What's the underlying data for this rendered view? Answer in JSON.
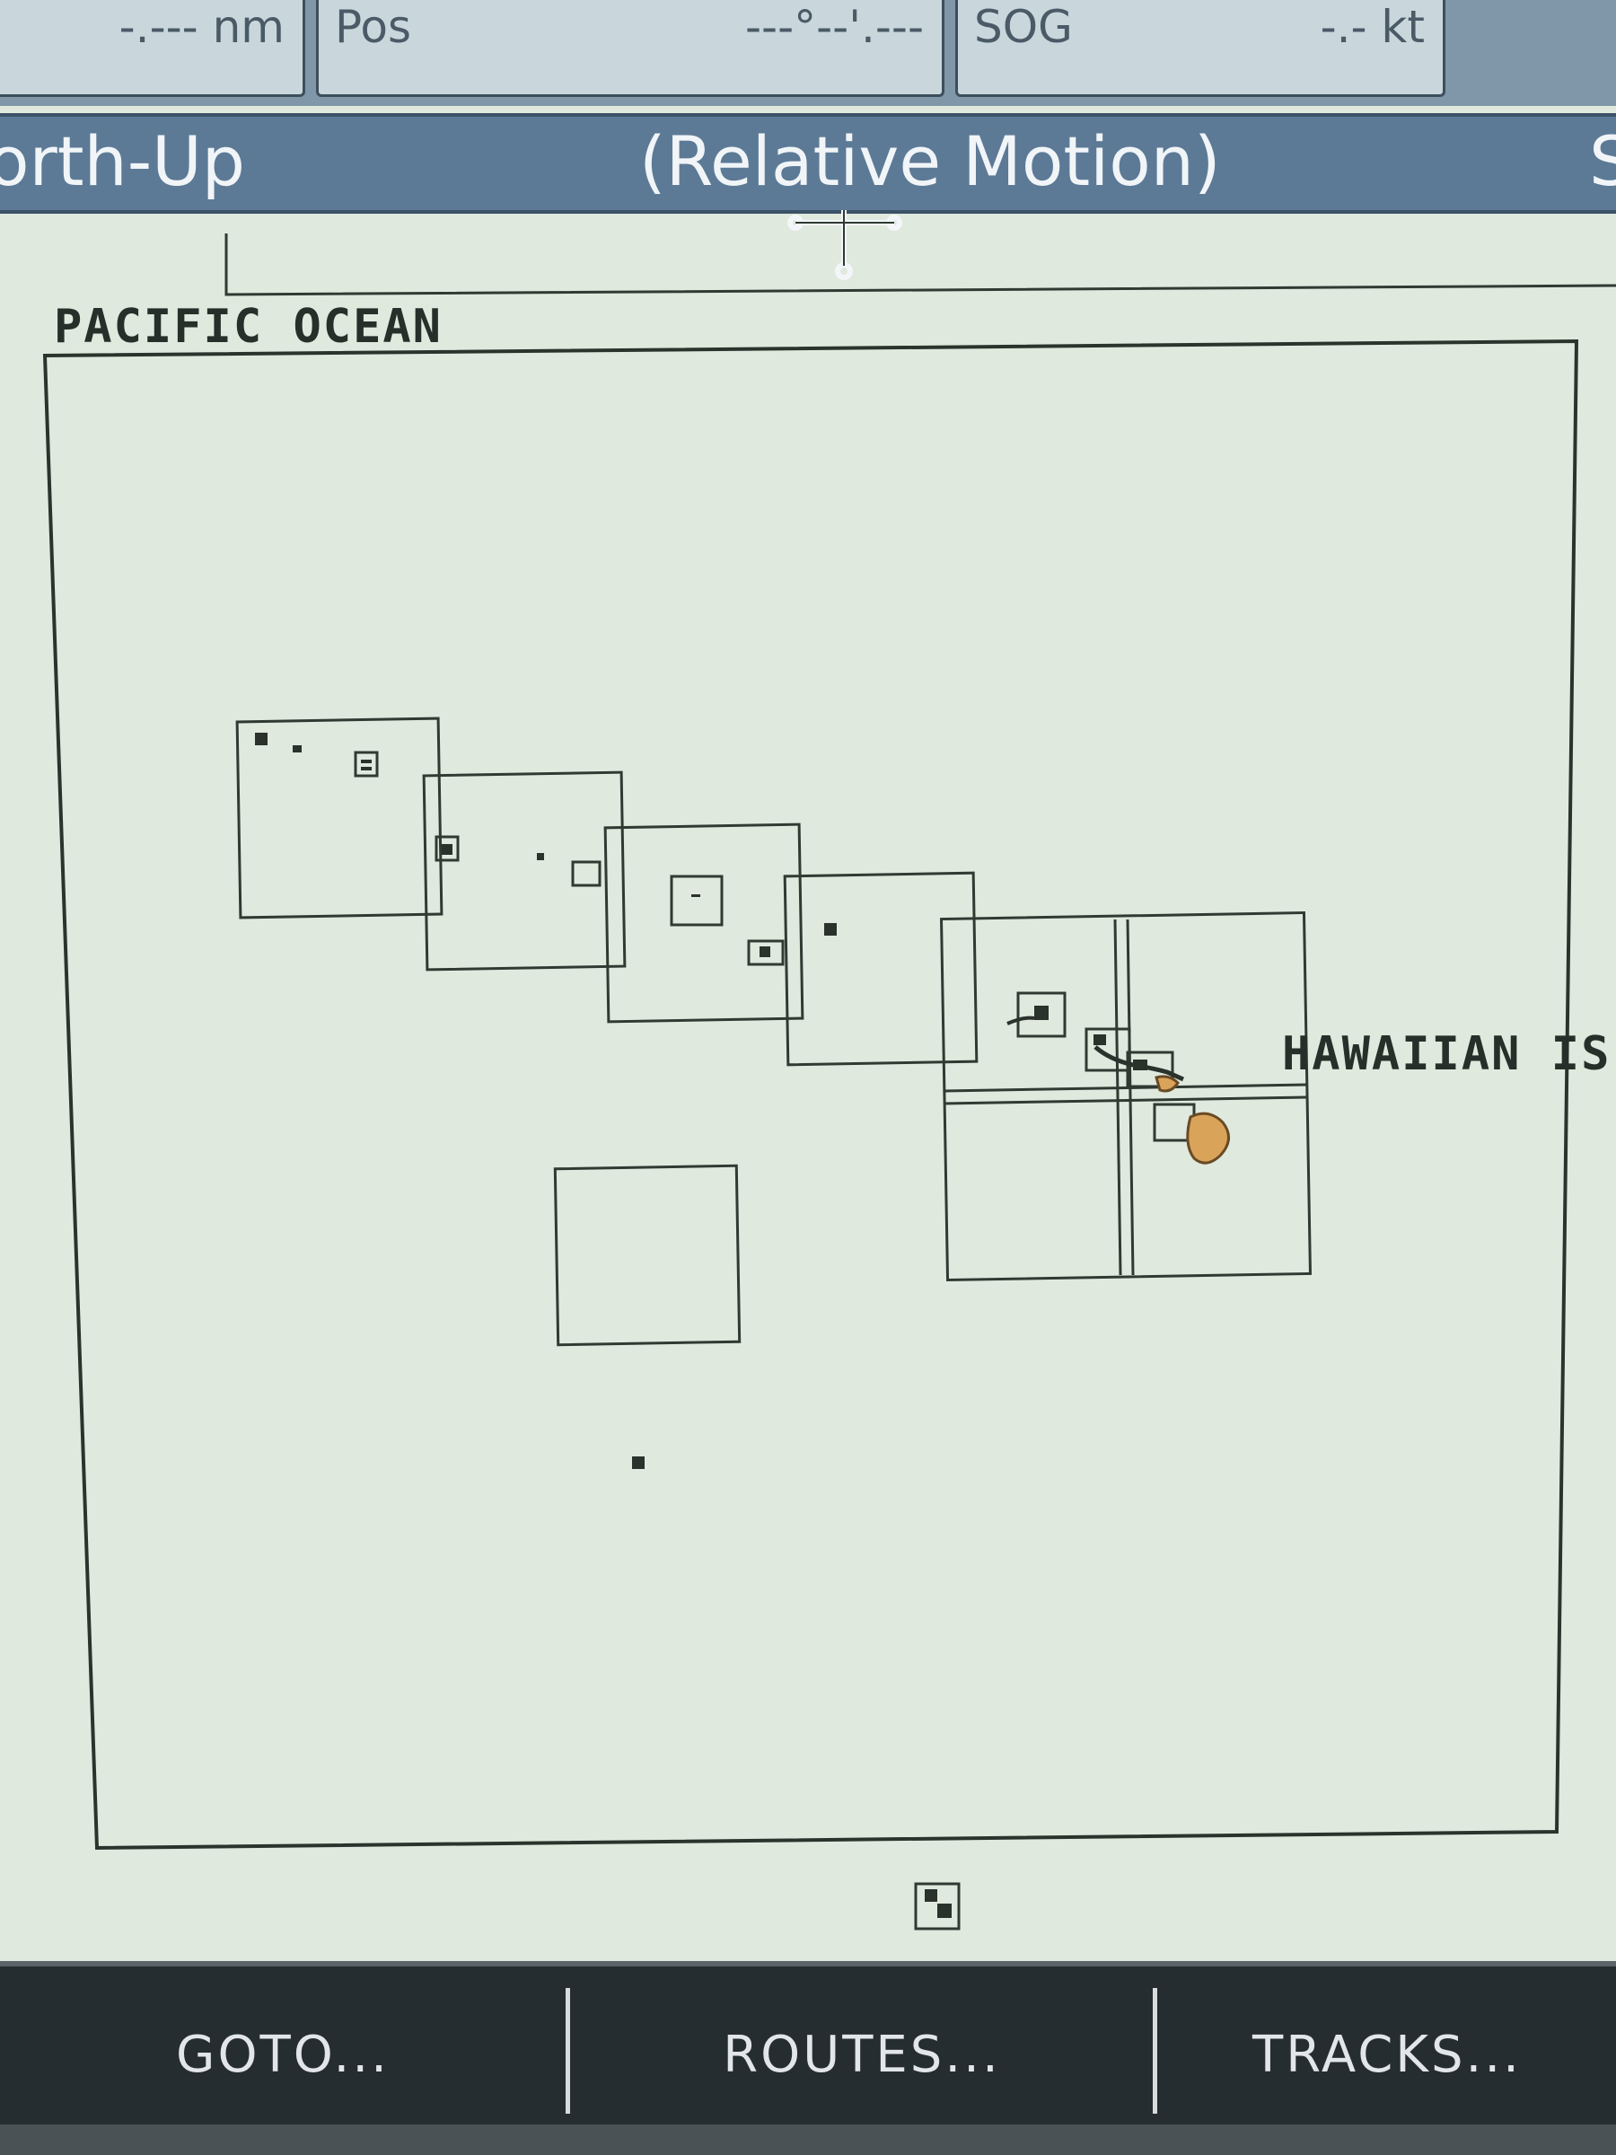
{
  "databar": {
    "range_value": "-.--- nm",
    "pos_label": "Pos",
    "pos_value": "---°--'.---",
    "sog_label": "SOG",
    "sog_value": "-.- kt"
  },
  "modebar": {
    "orientation": "orth-Up",
    "motion": "(Relative Motion)",
    "edge_text": "S"
  },
  "chart": {
    "ocean_label": "PACIFIC OCEAN",
    "islands_label": "HAWAIIAN IS",
    "land_color": "#d9a45a"
  },
  "softkeys": {
    "goto": "GOTO...",
    "routes": "ROUTES...",
    "tracks": "TRACKS..."
  }
}
